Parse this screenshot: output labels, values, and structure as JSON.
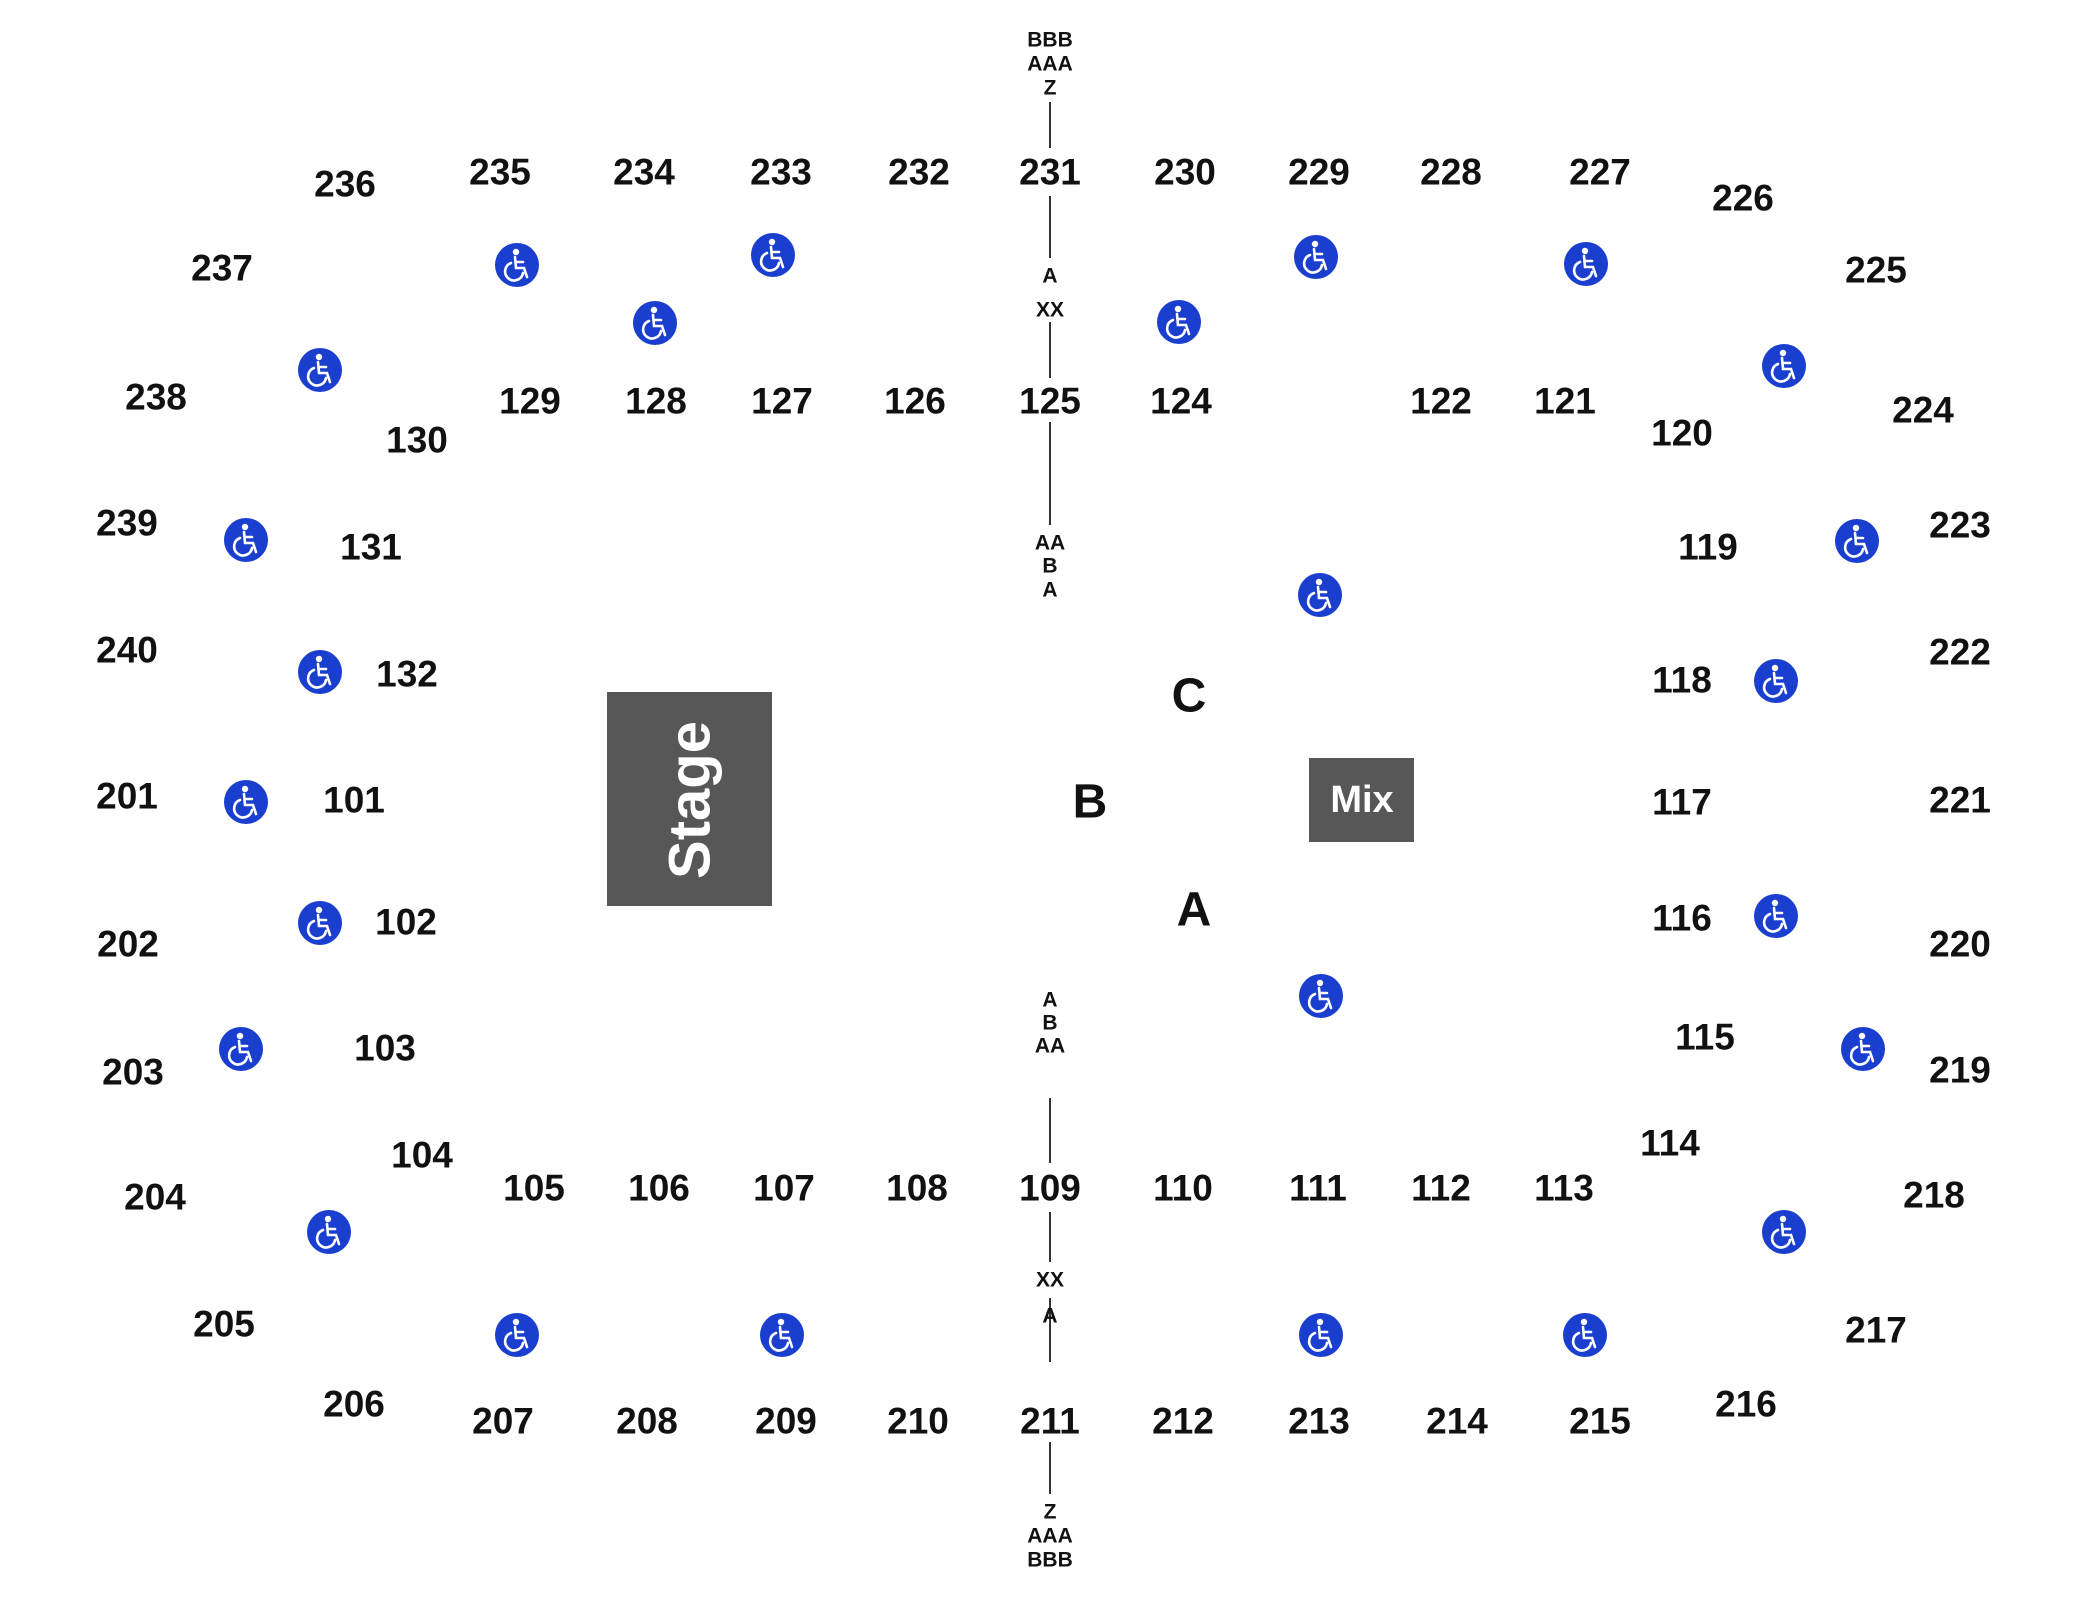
{
  "colors": {
    "stage": "#575757",
    "mix": "#575757",
    "accessible_icon": "#1a3fcf",
    "text": "#111111"
  },
  "stage": {
    "label": "Stage"
  },
  "mix": {
    "label": "Mix"
  },
  "floor_sections": [
    "A",
    "B",
    "C"
  ],
  "sections": {
    "s101": "101",
    "s102": "102",
    "s103": "103",
    "s104": "104",
    "s105": "105",
    "s106": "106",
    "s107": "107",
    "s108": "108",
    "s109": "109",
    "s110": "110",
    "s111": "111",
    "s112": "112",
    "s113": "113",
    "s114": "114",
    "s115": "115",
    "s116": "116",
    "s117": "117",
    "s118": "118",
    "s119": "119",
    "s120": "120",
    "s121": "121",
    "s122": "122",
    "s124": "124",
    "s125": "125",
    "s126": "126",
    "s127": "127",
    "s128": "128",
    "s129": "129",
    "s130": "130",
    "s131": "131",
    "s132": "132",
    "s201": "201",
    "s202": "202",
    "s203": "203",
    "s204": "204",
    "s205": "205",
    "s206": "206",
    "s207": "207",
    "s208": "208",
    "s209": "209",
    "s210": "210",
    "s211": "211",
    "s212": "212",
    "s213": "213",
    "s214": "214",
    "s215": "215",
    "s216": "216",
    "s217": "217",
    "s218": "218",
    "s219": "219",
    "s220": "220",
    "s221": "221",
    "s222": "222",
    "s223": "223",
    "s224": "224",
    "s225": "225",
    "s226": "226",
    "s227": "227",
    "s228": "228",
    "s229": "229",
    "s230": "230",
    "s231": "231",
    "s232": "232",
    "s233": "233",
    "s234": "234",
    "s235": "235",
    "s236": "236",
    "s237": "237",
    "s238": "238",
    "s239": "239",
    "s240": "240"
  },
  "row_labels": {
    "top_upper": [
      "BBB",
      "AAA",
      "Z"
    ],
    "top_mid": [
      "A",
      "XX"
    ],
    "top_floor": [
      "AA",
      "B",
      "A"
    ],
    "bottom_floor": [
      "A",
      "B",
      "AA"
    ],
    "bottom_mid": [
      "XX",
      "A"
    ],
    "bottom_upper": [
      "Z",
      "AAA",
      "BBB"
    ]
  },
  "accessible_icon": "wheelchair-icon"
}
